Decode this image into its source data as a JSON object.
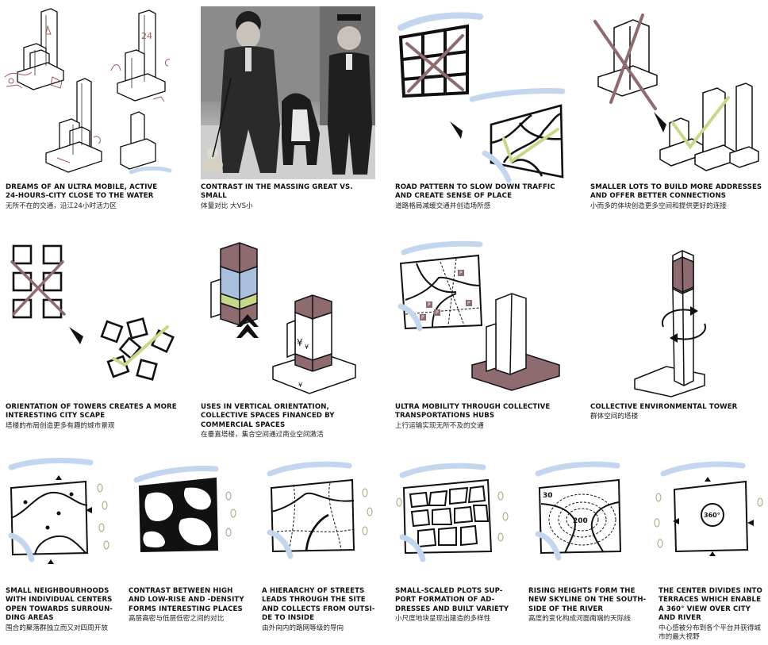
{
  "colors": {
    "mauve": "#8d6b6e",
    "sky": "#c3d6ee",
    "lime": "#c6d98a",
    "blue": "#a9c1df",
    "tree": "#9aa872",
    "ink": "#111111"
  },
  "panels": [
    {
      "id": "p1",
      "en": "DREAMS OF AN ULTRA MOBILE, ACTIVE 24-HOURS-CITY CLOSE TO THE WATER",
      "cn": "无所不在的交通，沿江24小时活力区",
      "labels": [
        "24"
      ]
    },
    {
      "id": "p2",
      "en": "CONTRAST IN THE MASSING GREAT VS. SMALL",
      "cn": "体量对比 大VS小"
    },
    {
      "id": "p3",
      "en": "ROAD PATTERN TO SLOW DOWN TRAFFIC AND CREATE SENSE OF PLACE",
      "cn": "道路格局减缓交通并创造场所感"
    },
    {
      "id": "p4",
      "en": "SMALLER LOTS TO BUILD MORE ADDRESSES AND OFFER BETTER CONNECTIONS",
      "cn": "小而多的体块创造更多空间和提供更好的连接"
    },
    {
      "id": "p5",
      "en": "ORIENTATION OF TOWERS CREATES A MORE INTERESTING CITY SCAPE",
      "cn": "塔楼的布局创造更多有趣的城市景观"
    },
    {
      "id": "p6",
      "en": "USES IN VERTICAL ORIENTATION, COLLECTIVE SPACES FINANCED BY COMMERCIAL SPACES",
      "cn": "在垂直塔楼，集合空间通过商业空间激活",
      "labels": [
        "¥",
        "¥",
        "¥"
      ]
    },
    {
      "id": "p7",
      "en": "ULTRA MOBILITY THROUGH COLLECTIVE TRANSPORTATIONS HUBS",
      "cn": "上行运输实现无所不及的交通",
      "labels": [
        "P",
        "P",
        "P",
        "P",
        "P"
      ]
    },
    {
      "id": "p8",
      "en": "COLLECTIVE ENVIRONMENTAL TOWER",
      "cn": "群体空间的塔楼"
    },
    {
      "id": "p9",
      "en": "SMALL NEIGHBOURHOODS WITH INDIVIDUAL CENTERS OPEN TOWARDS SURROUN-DING AREAS",
      "cn": "围合的聚落群独立而又对四周开放"
    },
    {
      "id": "p10",
      "en": "CONTRAST BETWEEN HIGH AND LOW-RISE AND -DENSITY FORMS INTERESTING PLACES",
      "cn": "高层高密与低层低密之间的对比"
    },
    {
      "id": "p11",
      "en": "A HIERARCHY OF STREETS LEADS THROUGH THE SITE AND COLLECTS FROM OUTSI-DE TO INSIDE",
      "cn": "由外向内的路网等级的导向"
    },
    {
      "id": "p12",
      "en": "SMALL-SCALED PLOTS SUP-PORT FORMATION OF AD-DRESSES AND BUILT VARIETY",
      "cn": "小尺度地块呈现出建造的多样性"
    },
    {
      "id": "p13",
      "en": "RISING HEIGHTS FORM THE NEW SKYLINE ON THE SOUTH-SIDE OF THE RIVER",
      "cn": "高度的变化构成河面南端的天际线",
      "labels": [
        "30",
        "200"
      ]
    },
    {
      "id": "p14",
      "en": "THE CENTER DIVIDES INTO TERRACES WHICH ENABLE A 360° VIEW OVER CITY AND RIVER",
      "cn": "中心感被分布到各个平台并获得城市的最大视野",
      "labels": [
        "360°"
      ]
    }
  ]
}
